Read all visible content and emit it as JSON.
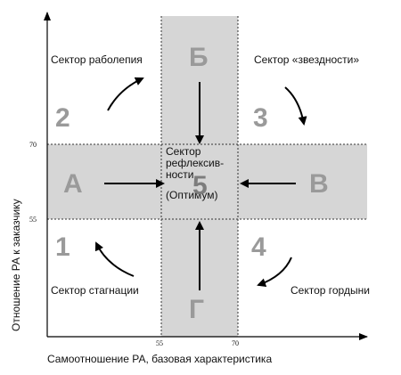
{
  "axes": {
    "x_label": "Самоотношение РА, базовая характеристика",
    "y_label": "Отношение  РА к заказчику",
    "x_ticks": [
      "55",
      "70"
    ],
    "y_ticks": [
      "70",
      "55"
    ]
  },
  "sectors": {
    "top_left": "Сектор раболепия",
    "top_right": "Сектор «звездности»",
    "bottom_left": "Сектор стагнации",
    "bottom_right": "Сектор гордыни",
    "center_line1": "Сектор",
    "center_line2": "рефлексив-",
    "center_line3": "ности",
    "center_line4": "(Оптимум)"
  },
  "letters": {
    "top": "Б",
    "left": "А",
    "right": "В",
    "bottom": "Г",
    "center": "5"
  },
  "numbers": {
    "q2": "2",
    "q3": "3",
    "q1": "1",
    "q4": "4"
  },
  "colors": {
    "band": "#d6d6d6",
    "axis": "#000000",
    "big_glyph": "#9a9a9a"
  }
}
